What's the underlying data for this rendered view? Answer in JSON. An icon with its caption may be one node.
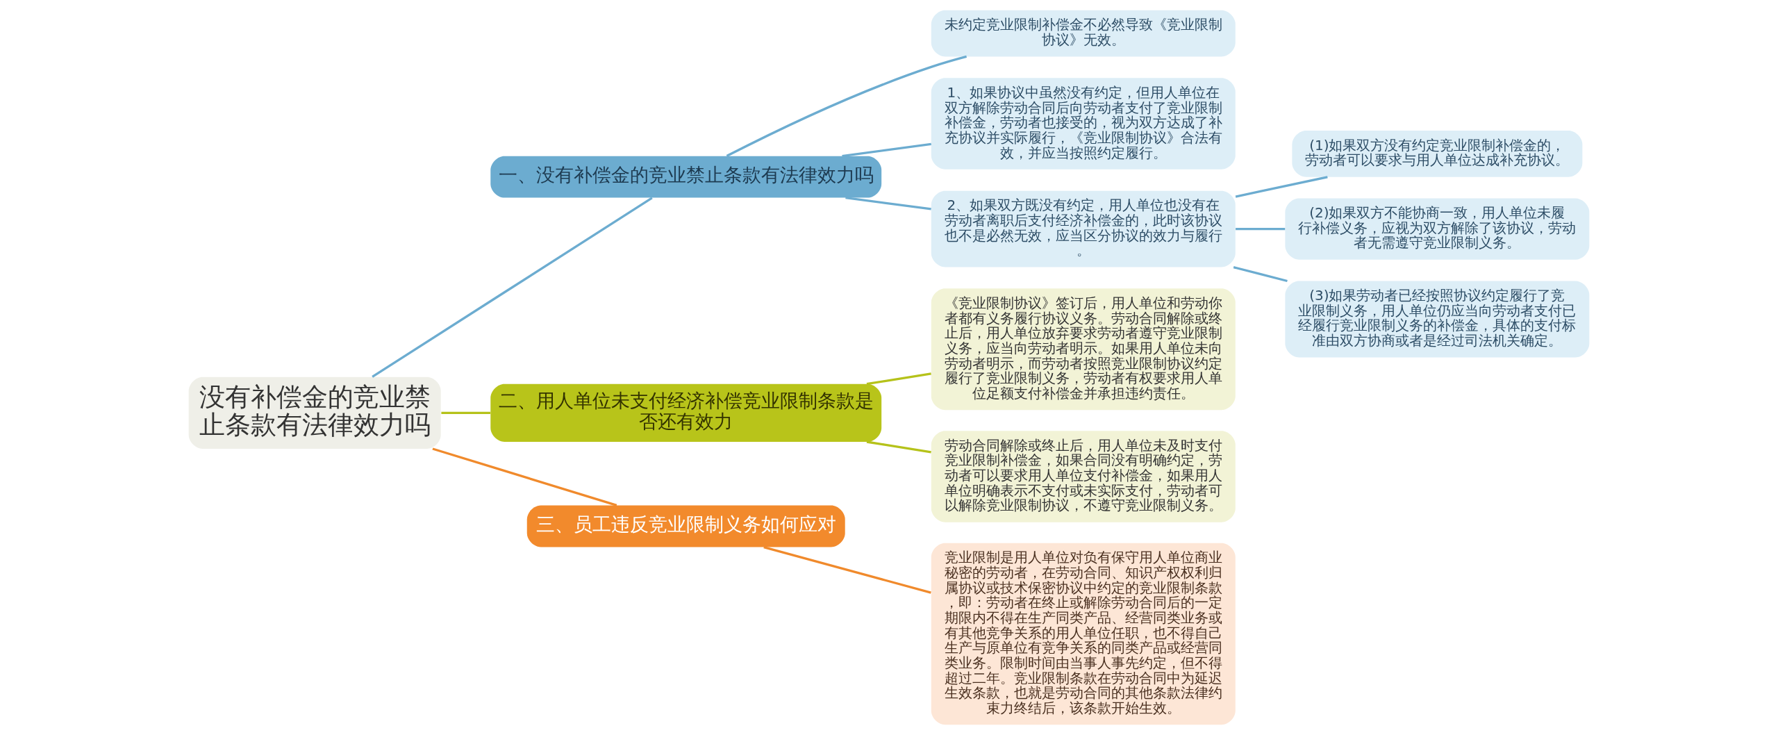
{
  "diagram": {
    "nodes": [
      {
        "text": [
          "没有补偿金的竞业禁止条款有法律效力吗"
        ]
      },
      {
        "text": [
          "一、没有补偿金的竞业禁止条款有法律效力吗"
        ]
      },
      {
        "text": [
          "未约定竞业限制补偿金不必然导致《竞业限制协议》无效。"
        ]
      },
      {
        "text": [
          "1、如果协议中虽然没有约定，但用人单位在双方解除劳动合同后向劳动者支付了竞业限制补偿金，劳动者也接受的，视为双方达成了补充协议并实际履行，《竞业限制协议》合法有效，并应当按照约定履行。"
        ]
      },
      {
        "text": [
          "2、如果双方既没有约定，用人单位也没有在劳动者离职后支付经济补偿金的，此时该协议也不是必然无效，应当区分协议的效力与履行。"
        ]
      },
      {
        "text": [
          "(1)如果双方没有约定竞业限制补偿金的，劳动者可以要求与用人单位达成补充协议。"
        ]
      },
      {
        "text": [
          "(2)如果双方不能协商一致，用人单位未履行补偿义务，应视为双方解除了该协议，劳动者无需遵守竞业限制义务。"
        ]
      },
      {
        "text": [
          "(3)如果劳动者已经按照协议约定履行了竞业限制义务，用人单位仍应当向劳动者支付已经履行竞业限制义务的补偿金，具体的支付标准由双方协商或者是经过司法机关确定。"
        ]
      },
      {
        "text": [
          "二、用人单位未支付经济补偿竞业限制条款是否还有效力"
        ]
      },
      {
        "text": [
          "《竞业限制协议》签订后，用人单位和劳动你者都有义务履行协议义务。劳动合同解除或终止后，用人单位放弃要求劳动者遵守竞业限制义务，应当向劳动者明示。如果用人单位未向劳动者明示，而劳动者按照竞业限制协议约定履行了竞业限制义务，劳动者有权要求用人单位足额支付补偿金并承担违约责任。"
        ]
      },
      {
        "text": [
          "劳动合同解除或终止后，用人单位未及时支付竞业限制补偿金，如果合同没有明确约定，劳动者可以要求用人单位支付补偿金，如果用人单位明确表示不支付或未实际支付，劳动者可以解除竞业限制协议，不遵守竞业限制义务。"
        ]
      },
      {
        "text": [
          "三、员工违反竞业限制义务如何应对"
        ]
      },
      {
        "text": [
          "竞业限制是用人单位对负有保守用人单位商业秘密的劳动者，在劳动合同、知识产权权利归属协议或技术保密协议中约定的竞业限制条款，即：劳动者在终止或解除劳动合同后的一定期限内不得在生产同类产品、经营同类业务或有其他竞争关系的用人单位任职，也不得自己生产与原单位有竞争关系的同类产品或经营同类业务。限制时间由当事人事先约定，但不得超过二年。竞业限制条款在劳动合同中为延迟生效条款，也就是劳动合同的其他条款法律约束力终结后，该条款开始生效。"
        ]
      }
    ],
    "edges": [
      {
        "from": 0,
        "to": 1,
        "arrow": "none"
      },
      {
        "from": 1,
        "to": 2,
        "arrow": "none"
      },
      {
        "from": 1,
        "to": 3,
        "arrow": "none"
      },
      {
        "from": 1,
        "to": 4,
        "arrow": "none"
      },
      {
        "from": 4,
        "to": 5,
        "arrow": "none"
      },
      {
        "from": 4,
        "to": 6,
        "arrow": "none"
      },
      {
        "from": 4,
        "to": 7,
        "arrow": "none"
      },
      {
        "from": 0,
        "to": 8,
        "arrow": "none",
        "color": "#b5c21a"
      },
      {
        "from": 8,
        "to": 9,
        "arrow": "none",
        "color": "#b5c21a"
      },
      {
        "from": 8,
        "to": 10,
        "arrow": "none",
        "color": "#b5c21a"
      },
      {
        "from": 0,
        "to": 11,
        "arrow": "none",
        "color": "#f08a2c"
      },
      {
        "from": 11,
        "to": 12,
        "arrow": "none",
        "color": "#f08a2c"
      }
    ]
  }
}
